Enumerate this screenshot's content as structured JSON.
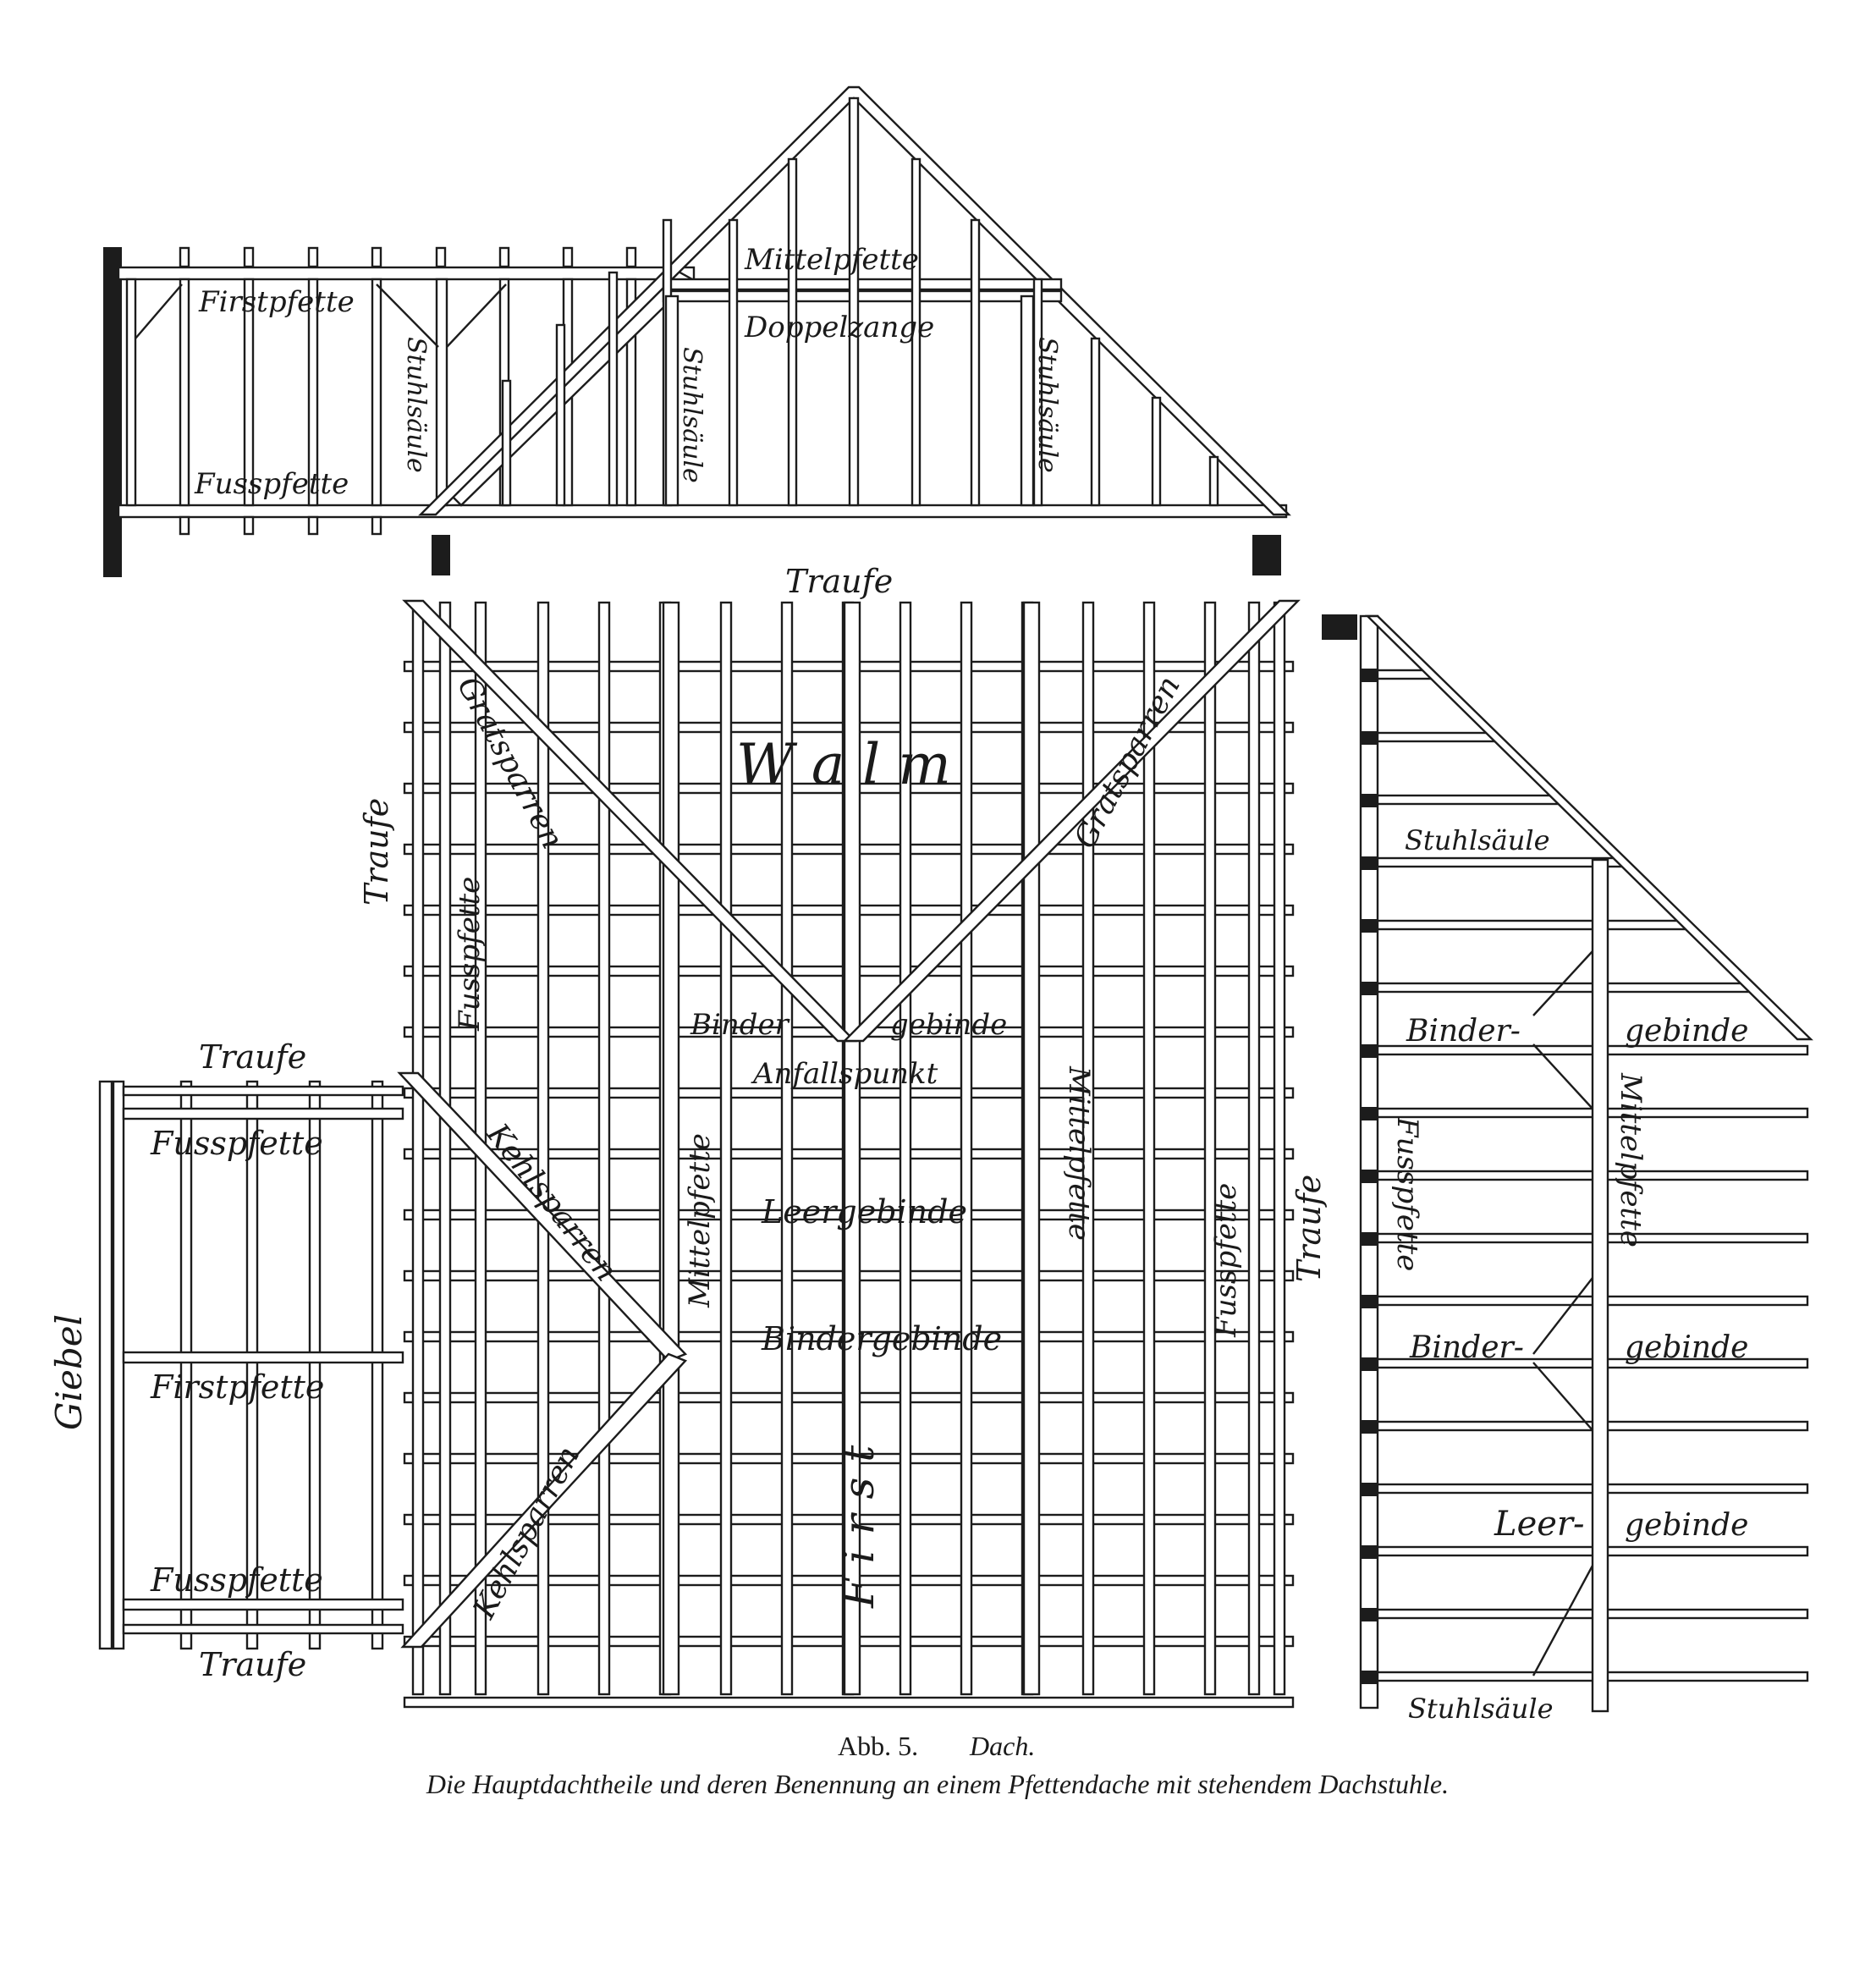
{
  "colors": {
    "ink": "#1c1c1c",
    "paper": "#ffffff"
  },
  "elevation": {
    "firstpfette": "Firstpfette",
    "fusspfette": "Fusspfette",
    "stuhlsaeule_left": "Stuhlsäule",
    "stuhlsaeule_mid": "Stuhlsäule",
    "stuhlsaeule_right": "Stuhlsäule",
    "mittelpfette": "Mittelpfette",
    "doppelzange": "Doppelzange"
  },
  "plan": {
    "traufe_top": "Traufe",
    "traufe_left": "Traufe",
    "traufe_right": "Traufe",
    "walm": "W a l m",
    "gratsparren_left": "Gratsparren",
    "gratsparren_right": "Gratsparren",
    "fusspfette_left": "Fusspfette",
    "fusspfette_right": "Fusspfette",
    "binder": "Binder",
    "gebinde": "gebinde",
    "anfallspunkt": "Anfallspunkt",
    "mittelpfette_left": "Mittelpfette",
    "mittelpfette_right": "Mittelpfette",
    "leergebinde": "Leergebinde",
    "bindergebinde": "Bindergebinde",
    "kehlsparren_upper": "Kehlsparren",
    "kehlsparren_lower": "Kehlsparren",
    "first": "First"
  },
  "wing": {
    "traufe_top": "Traufe",
    "traufe_bottom": "Traufe",
    "fusspfette_top": "Fusspfette",
    "firstpfette": "Firstpfette",
    "fusspfette_bottom": "Fusspfette",
    "giebel": "Giebel"
  },
  "section": {
    "stuhlsaeule_top": "Stuhlsäule",
    "binder1": "Binder-",
    "gebinde1": "gebinde",
    "mittelpfette": "Mittelpfette",
    "fusspfette": "Fusspfette",
    "binder2": "Binder-",
    "gebinde2": "gebinde",
    "leer": "Leer-",
    "gebinde3": "gebinde",
    "stuhlsaeule_bottom": "Stuhlsäule"
  },
  "caption": {
    "figure": "Abb. 5.",
    "title": "Dach.",
    "description": "Die Hauptdachtheile und deren Benennung an einem Pfettendache mit stehendem Dachstuhle."
  }
}
